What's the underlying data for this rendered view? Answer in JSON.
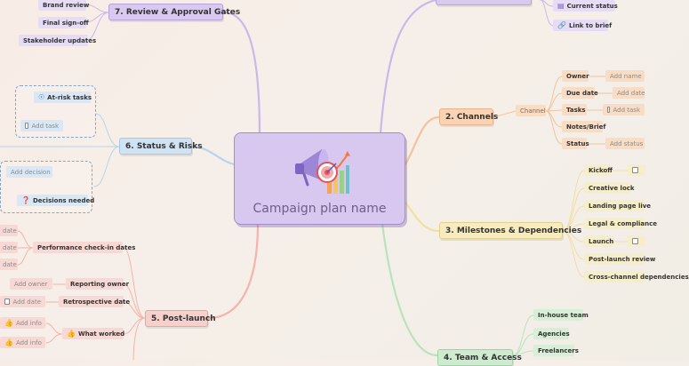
{
  "central": {
    "title": "Campaign plan name",
    "icon": "megaphone-chart-icon"
  },
  "branches": {
    "review": {
      "title": "7. Review & Approval Gates",
      "items": [
        "Brand review",
        "Final sign-off",
        "Stakeholder updates"
      ]
    },
    "status": {
      "title": "6. Status & Risks",
      "at_risk": "At-risk tasks",
      "add_task": "Add task",
      "add_decision": "Add decision",
      "decisions_needed": "Decisions needed"
    },
    "post_launch": {
      "title": "5. Post-launch",
      "perf": "Performance check-in dates",
      "dates": [
        "date",
        "date",
        "date"
      ],
      "reporting_owner": "Reporting owner",
      "add_owner": "Add owner",
      "retro_date": "Retrospective date",
      "add_date": "Add date",
      "what_worked": "What worked",
      "add_info": [
        "Add info",
        "Add info"
      ]
    },
    "top_right": {
      "current_status": "Current status",
      "link_brief": "Link to brief"
    },
    "channels": {
      "title": "2. Channels",
      "channel": "Channel",
      "fields": [
        {
          "label": "Owner",
          "value": "Add name"
        },
        {
          "label": "Due date",
          "value": "Add date"
        },
        {
          "label": "Tasks",
          "value": "Add task"
        },
        {
          "label": "Notes/Brief",
          "value": ""
        },
        {
          "label": "Status",
          "value": "Add status"
        }
      ]
    },
    "milestones": {
      "title": "3. Milestones & Dependencies",
      "items": [
        "Kickoff",
        "Creative lock",
        "Landing page live",
        "Legal & compliance",
        "Launch",
        "Post-launch review",
        "Cross-channel dependencies"
      ]
    },
    "team": {
      "title": "4. Team & Access",
      "items": [
        "In-house team",
        "Agencies",
        "Freelancers"
      ]
    }
  },
  "colors": {
    "central": "#d8c8ef",
    "purple": "#b9a1dc",
    "blue": "#a7c8e6",
    "orange": "#e9b48c",
    "yellow": "#e4d08d",
    "green": "#9fd3a4",
    "red": "#e7a6a0"
  }
}
